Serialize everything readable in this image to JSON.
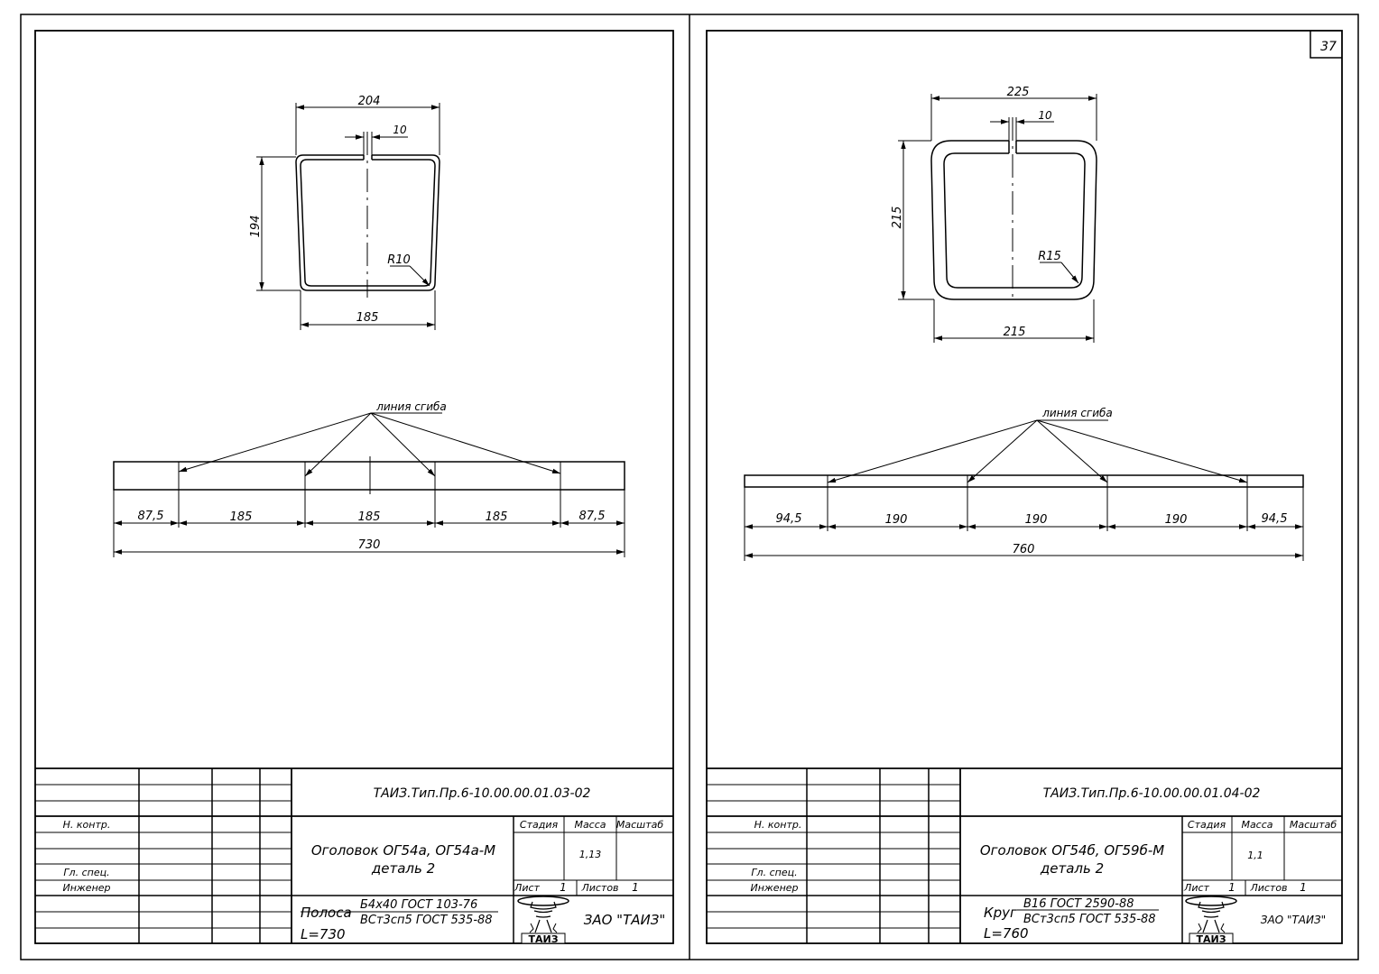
{
  "page_number": "37",
  "sheets": [
    {
      "profile": {
        "width_top": "204",
        "gap": "10",
        "height": "194",
        "radius": "R10",
        "width_bottom": "185"
      },
      "bend": {
        "label": "линия сгиба",
        "segments": [
          "87,5",
          "185",
          "185",
          "185",
          "87,5"
        ],
        "total": "730"
      },
      "title_block": {
        "code": "ТАИЗ.Тип.Пр.6-10.00.00.01.03-02",
        "roles": [
          "Н. контр.",
          "Гл. спец.",
          "Инженер"
        ],
        "title_line1": "Оголовок  ОГ54а, ОГ54а-М",
        "title_line2": "деталь 2",
        "stage_label": "Стадия",
        "mass_label": "Масса",
        "scale_label": "Масштаб",
        "mass_value": "1,13",
        "sheet_label": "Лист",
        "sheet_value": "1",
        "sheets_label": "Листов",
        "sheets_value": "1",
        "material_name": "Полоса",
        "material_top": "Б4х40 ГОСТ 103-76",
        "material_bottom": "ВСт3сп5 ГОСТ 535-88",
        "length": "L=730",
        "logo_text": "ТАИЗ",
        "company": "ЗАО  \"ТАИЗ\""
      }
    },
    {
      "profile": {
        "width_top": "225",
        "gap": "10",
        "height": "215",
        "radius": "R15",
        "width_bottom": "215"
      },
      "bend": {
        "label": "линия сгиба",
        "segments": [
          "94,5",
          "190",
          "190",
          "190",
          "94,5"
        ],
        "total": "760"
      },
      "title_block": {
        "code": "ТАИЗ.Тип.Пр.6-10.00.00.01.04-02",
        "roles": [
          "Н. контр.",
          "Гл. спец.",
          "Инженер"
        ],
        "title_line1": "Оголовок  ОГ54б, ОГ59б-М",
        "title_line2": "деталь 2",
        "stage_label": "Стадия",
        "mass_label": "Масса",
        "scale_label": "Масштаб",
        "mass_value": "1,1",
        "sheet_label": "Лист",
        "sheet_value": "1",
        "sheets_label": "Листов",
        "sheets_value": "1",
        "material_name": "Круг",
        "material_top": "В16 ГОСТ 2590-88",
        "material_bottom": "ВСт3сп5 ГОСТ 535-88",
        "length": "L=760",
        "logo_text": "ТАИЗ",
        "company": "ЗАО \"ТАИЗ\""
      }
    }
  ]
}
